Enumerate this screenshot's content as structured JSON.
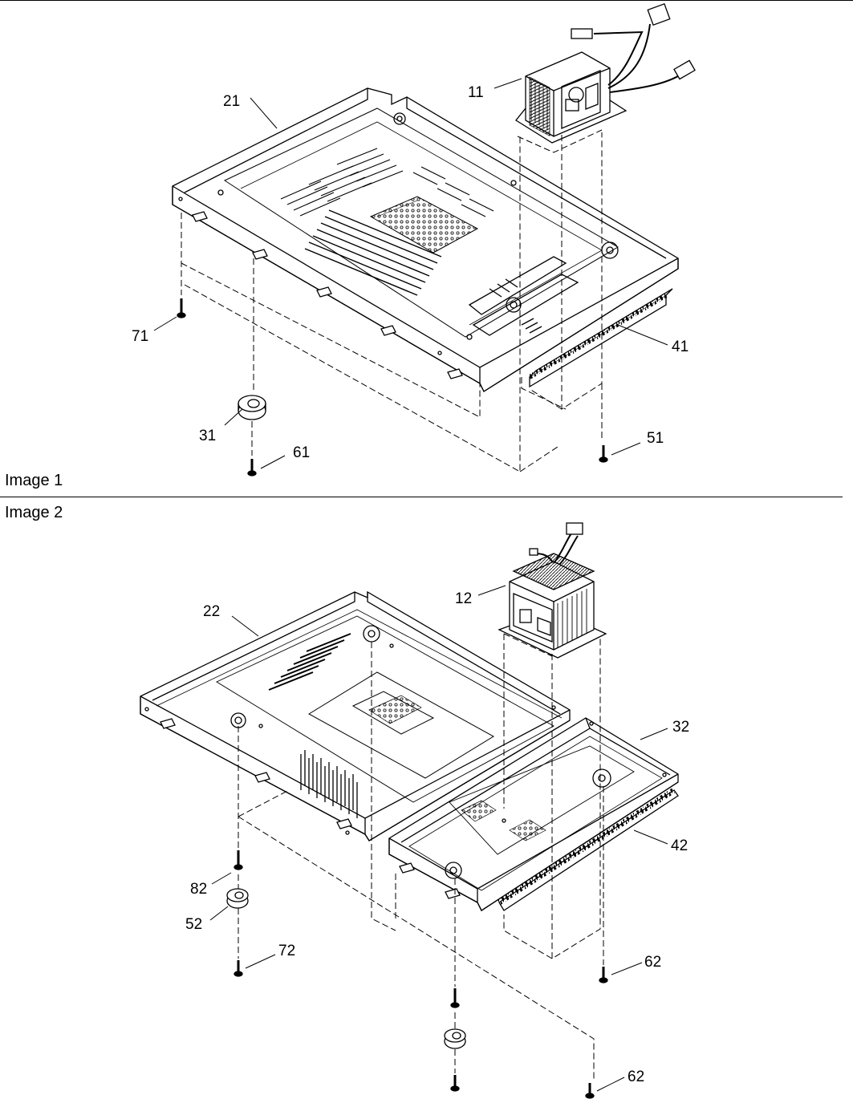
{
  "panels": [
    {
      "caption": "Image 1",
      "callouts": [
        "11",
        "21",
        "71",
        "41",
        "31",
        "61",
        "51"
      ]
    },
    {
      "caption": "Image 2",
      "callouts": [
        "12",
        "22",
        "32",
        "42",
        "82",
        "52",
        "72",
        "62",
        "62"
      ]
    }
  ]
}
